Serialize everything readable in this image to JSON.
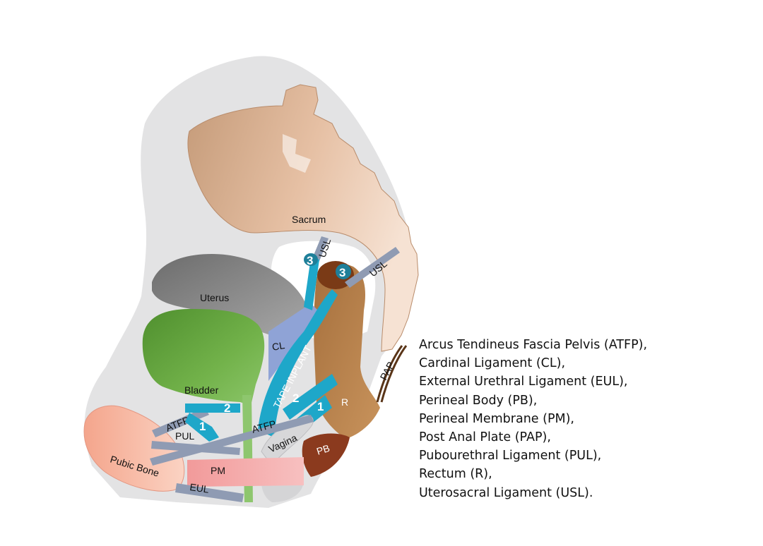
{
  "labels": {
    "sacrum": "Sacrum",
    "uterus": "Uterus",
    "bladder": "Bladder",
    "cl": "CL",
    "tape_implant": "TAPE INPLANT",
    "vagina": "Vagina",
    "rectum": "R",
    "pb": "PB",
    "pm": "PM",
    "pubic_bone": "Pubic Bone",
    "eul": "EUL",
    "pul": "PUL",
    "atfp_left": "ATFP",
    "atfp_right": "ATFP",
    "usl_upper": "USL",
    "usl_right": "USL",
    "pap": "PAP"
  },
  "numbers": {
    "n1_left": "1",
    "n1_right": "1",
    "n2_left": "2",
    "n2_right": "2",
    "n3_left": "3",
    "n3_right": "3"
  },
  "legend": [
    "Arcus Tendineus Fascia Pelvis (ATFP),",
    "Cardinal Ligament (CL),",
    "External Urethral Ligament (EUL),",
    "Perineal Body (PB),",
    "Perineal Membrane (PM),",
    "Post Anal Plate (PAP),",
    "Pubourethral Ligament (PUL),",
    "Rectum (R),",
    "Uterosacral Ligament (USL)."
  ],
  "colors": {
    "pelvis_shadow": "#e3e3e4",
    "sacrum": "#e8c2a7",
    "uterus": "#8c8c8c",
    "bladder": "#70ad47",
    "tape": "#1ea7c9",
    "ligament": "#8f9bb3",
    "rectum": "#b8804a",
    "perineal_body": "#8b3a1e",
    "perineal_membrane": "#f3a3a3",
    "pubic_bone": "#f6b09a",
    "vagina": "#d7d7d9",
    "pap": "#5a3518"
  }
}
